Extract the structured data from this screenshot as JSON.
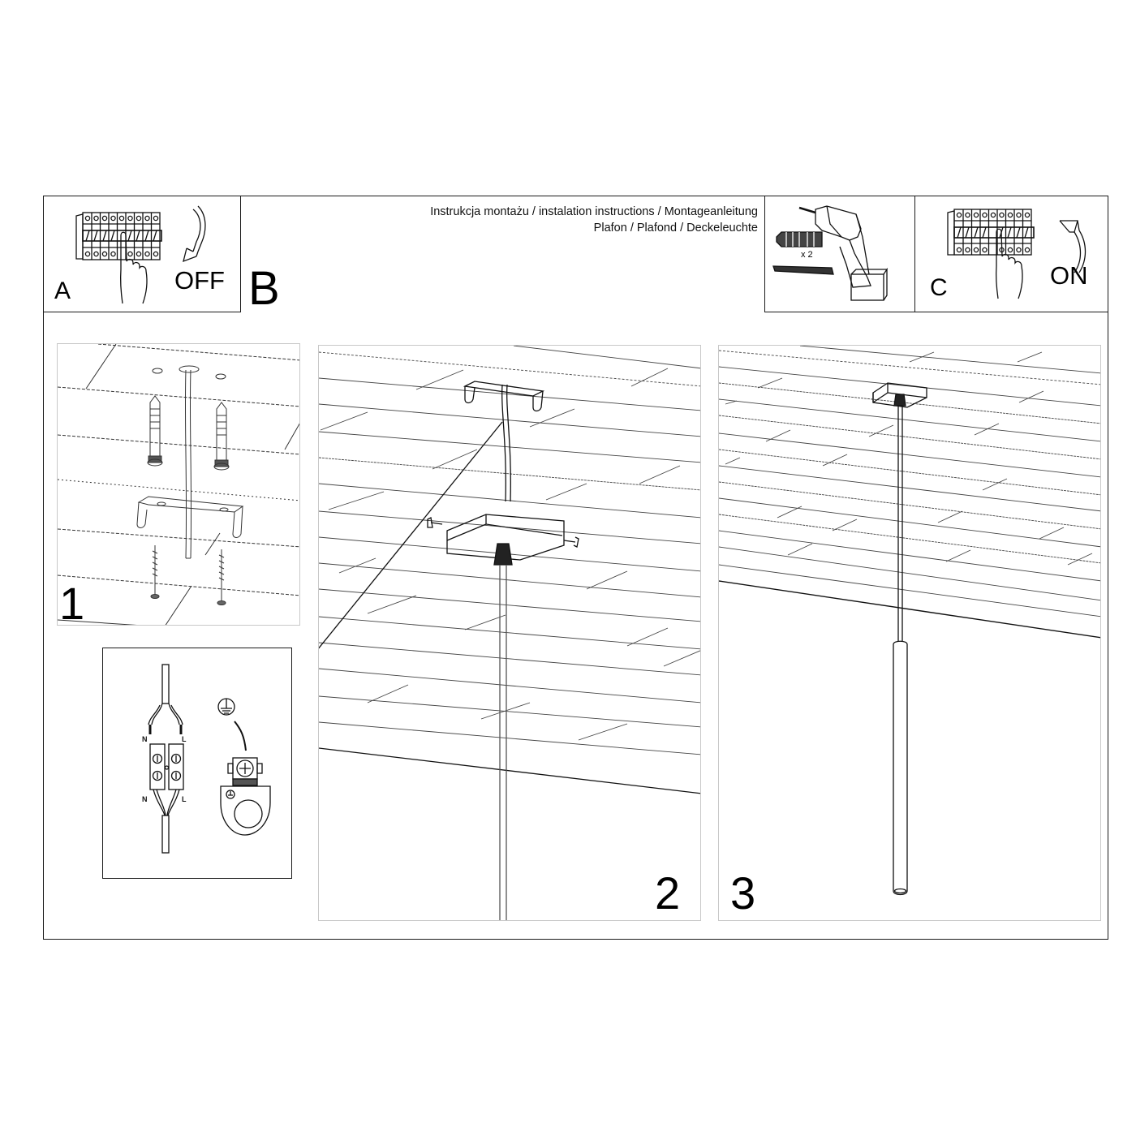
{
  "header": {
    "title_line1": "Instrukcja montażu / instalation instructions / Montageanleitung",
    "title_line2": "Plafon / Plafond / Deckeleuchte"
  },
  "boxes": {
    "A": {
      "letter": "A",
      "action": "OFF",
      "icon": "circuit-breaker-switch-off-icon"
    },
    "B": {
      "letter": "B",
      "quantity": "x 2",
      "icon": "drill-with-wall-plugs-icon"
    },
    "C": {
      "letter": "C",
      "action": "ON",
      "icon": "circuit-breaker-switch-on-icon"
    }
  },
  "steps": [
    {
      "number": "1",
      "description": "Ceiling mounting bracket with wall plugs and screws"
    },
    {
      "number": "2",
      "description": "Canopy attached to bracket with two side screws"
    },
    {
      "number": "3",
      "description": "Assembled pendant tube lamp hanging from ceiling"
    }
  ],
  "wiring_detail": {
    "terminal_labels": [
      "N",
      "L",
      "N",
      "L"
    ],
    "ground_symbol": "earth-ground-icon"
  },
  "colors": {
    "line": "#1a1a1a",
    "panel_border": "#c8c8c8",
    "background": "#ffffff"
  }
}
